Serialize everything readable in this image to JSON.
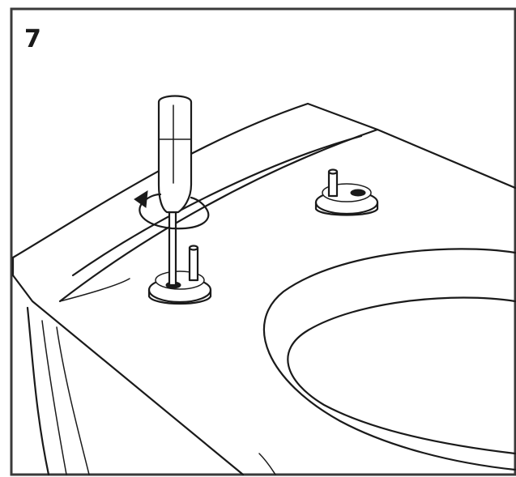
{
  "instruction_panel": {
    "step_number": "7"
  },
  "illustration": {
    "subject": "toilet-bowl-top",
    "tool": "screwdriver-icon",
    "rotation_indicator": "clockwise-rotation-arrow-icon",
    "hinge_count": 2
  },
  "colors": {
    "line": "#1a1a1a",
    "background": "#ffffff",
    "border": "#3a3a3a"
  }
}
